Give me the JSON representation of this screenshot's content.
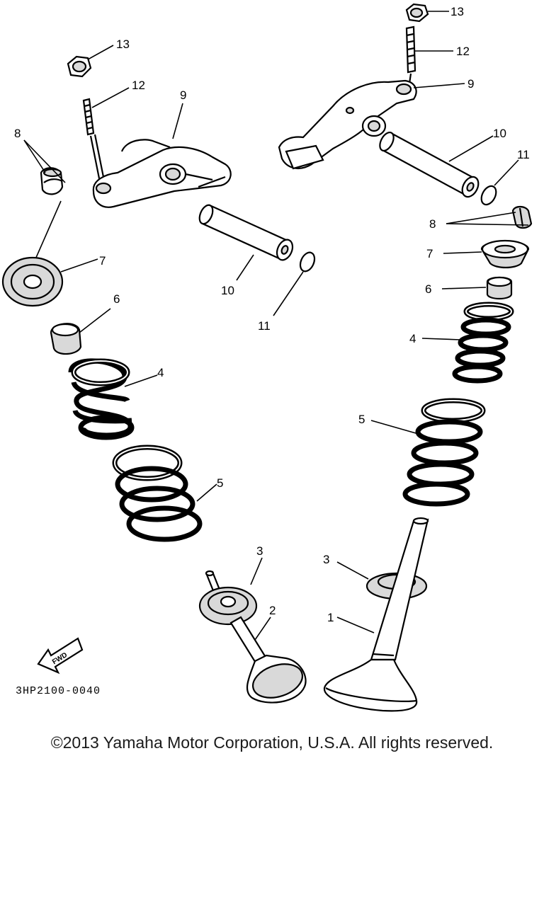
{
  "diagram": {
    "reference_code": "3HP2100-0040",
    "fwd_label": "FWD",
    "labels": {
      "p1": "1",
      "p2": "2",
      "p3": "3",
      "p4": "4",
      "p5": "5",
      "p6": "6",
      "p7": "7",
      "p8": "8",
      "p9": "9",
      "p10": "10",
      "p11": "11",
      "p12": "12",
      "p13": "13"
    }
  },
  "footer": {
    "copyright": "©2013 Yamaha Motor Corporation, U.S.A. All rights reserved."
  }
}
